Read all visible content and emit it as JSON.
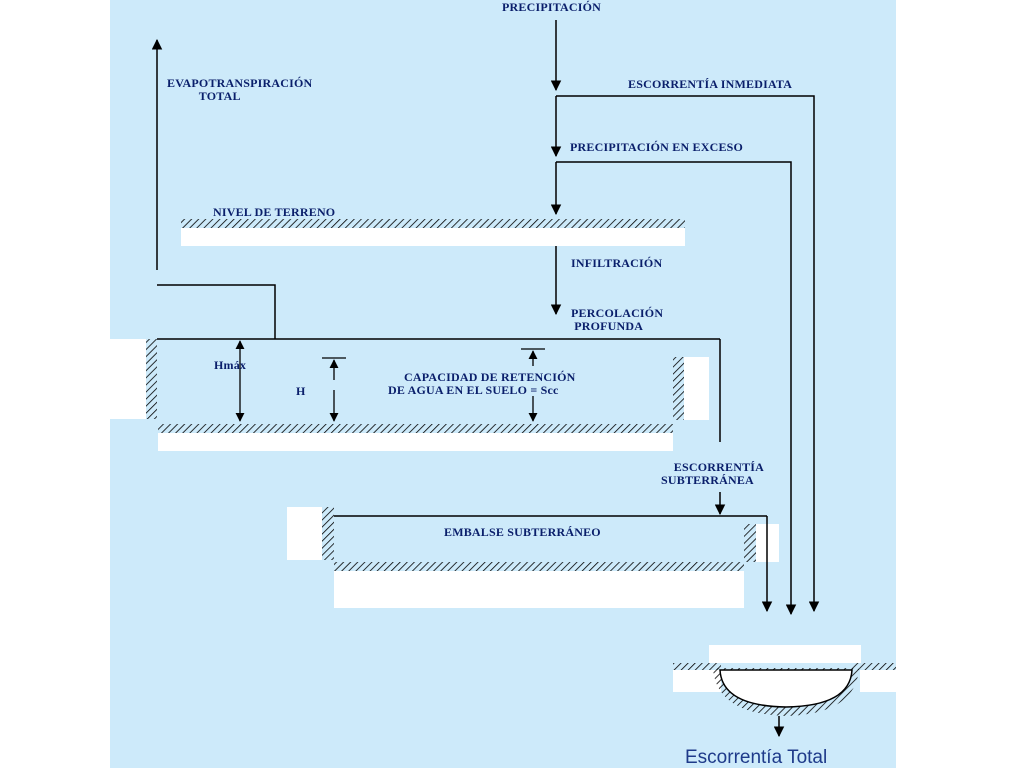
{
  "labels": {
    "precipitacion": "PRECIPITACIÓN",
    "evapotranspiracion": "EVAPOTRANSPIRACIÓN\n          TOTAL",
    "escorrentia_inmediata": "ESCORRENTÍA INMEDIATA",
    "precipitacion_exceso": "PRECIPITACIÓN EN EXCESO",
    "nivel_terreno": "NIVEL DE TERRENO",
    "infiltracion": "INFILTRACIÓN",
    "percolacion": "PERCOLACIÓN\n PROFUNDA",
    "hmax": "Hmáx",
    "h": "H",
    "capacidad": "     CAPACIDAD DE RETENCIÓN\nDE AGUA EN EL SUELO = Scc",
    "escorrentia_subterranea": "    ESCORRENTÍA\nSUBTERRÁNEA",
    "embalse": "EMBALSE SUBTERRÁNEO",
    "escorrentia_total": "Escorrentía Total"
  },
  "colors": {
    "background": "#cdeafa",
    "lines": "#000000",
    "text": "#0a1f6b",
    "title": "#1e3a8a",
    "white_blocks": "#ffffff"
  }
}
